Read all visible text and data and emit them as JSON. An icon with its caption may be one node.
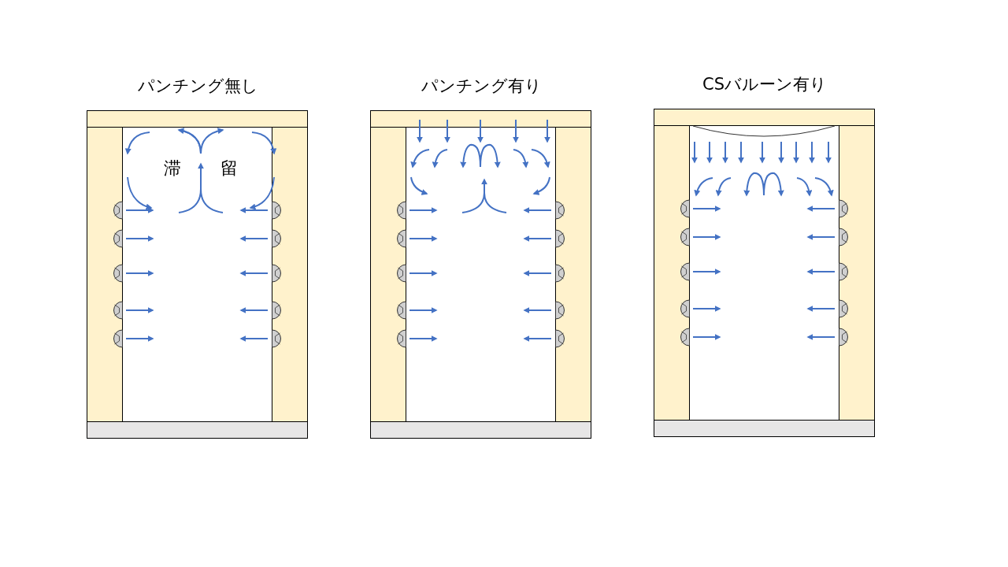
{
  "diagram": {
    "nodes": [
      {
        "text": [
          "パンチング無し"
        ]
      },
      {
        "text": [
          "パンチング有り"
        ]
      },
      {
        "text": [
          "CSバルーン有り"
        ]
      }
    ],
    "edges": [],
    "labels": [
      "滞",
      "留"
    ]
  }
}
